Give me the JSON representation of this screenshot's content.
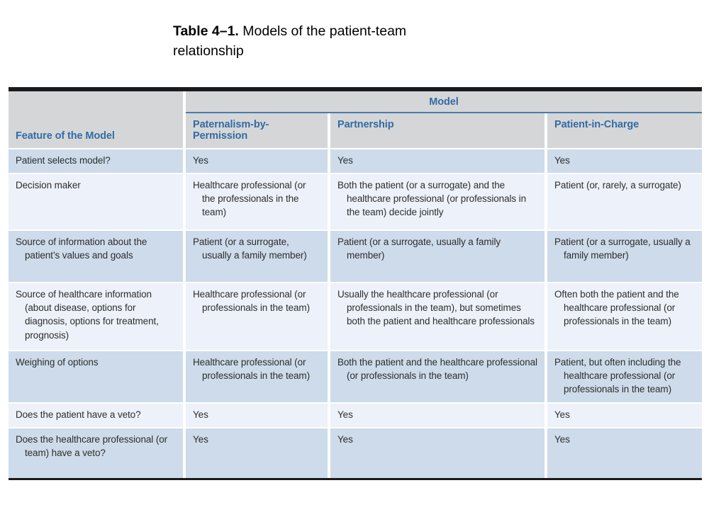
{
  "title": {
    "label": "Table 4–1.",
    "rest": "Models of the patient-team relationship"
  },
  "table": {
    "feature_header": "Feature of the Model",
    "group_header": "Model",
    "columns": [
      "Paternalism-by-Permission",
      "Partnership",
      "Patient-in-Charge"
    ],
    "rows": [
      {
        "feature": "Patient selects model?",
        "cells": [
          "Yes",
          "Yes",
          "Yes"
        ]
      },
      {
        "feature": "Decision maker",
        "cells": [
          "Healthcare professional (or the professionals in the team)",
          "Both the patient (or a surrogate) and the healthcare professional (or professionals in the team) decide jointly",
          "Patient (or, rarely, a surrogate)"
        ]
      },
      {
        "feature": "Source of information about the patient’s values and goals",
        "cells": [
          "Patient (or a surrogate, usually a family member)",
          "Patient (or a surrogate, usually a family member)",
          "Patient (or a surrogate, usually a family member)"
        ]
      },
      {
        "feature": "Source of healthcare information (about disease, options for diagnosis, options for treatment, prognosis)",
        "cells": [
          "Healthcare professional (or professionals in the team)",
          "Usually the healthcare professional (or professionals in the team), but sometimes both the patient and healthcare professionals",
          "Often both the patient and the healthcare professional (or professionals in the team)"
        ]
      },
      {
        "feature": "Weighing of options",
        "cells": [
          "Healthcare professional (or professionals in the team)",
          "Both the patient and the healthcare professional (or professionals in the team)",
          "Patient, but often including the healthcare professional (or professionals in the team)"
        ]
      },
      {
        "feature": "Does the patient have a veto?",
        "cells": [
          "Yes",
          "Yes",
          "Yes"
        ]
      },
      {
        "feature": "Does the healthcare professional (or team) have a veto?",
        "cells": [
          "Yes",
          "Yes",
          "Yes"
        ]
      }
    ],
    "colors": {
      "header_bg": "#d5d6d8",
      "header_text": "#336ba4",
      "row_dark": "#cddbea",
      "row_light": "#edf1f9",
      "rule_black": "#1b1b1b",
      "model_underline": "#4a7cb0"
    }
  }
}
